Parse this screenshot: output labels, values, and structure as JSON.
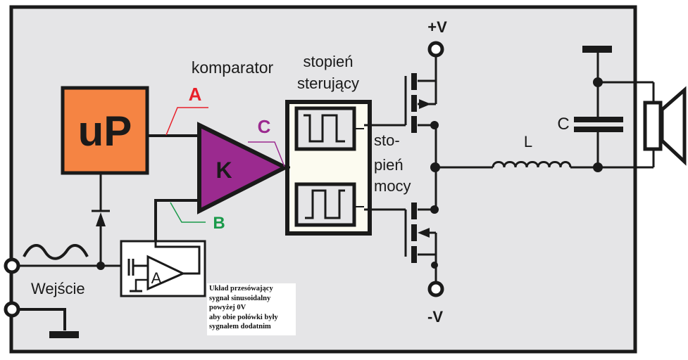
{
  "diagram": {
    "title": "Class-D amplifier block diagram",
    "colors": {
      "background": "#e5e5e7",
      "frame": "#1a1a1a",
      "up_block": "#f58443",
      "comparator": "#9b2a8f",
      "label_a": "#e8202a",
      "label_b": "#1a9a4a",
      "label_c": "#9b2a8f"
    },
    "labels": {
      "microprocessor": "uP",
      "comparator_title": "komparator",
      "comparator_symbol": "K",
      "point_a": "A",
      "point_b": "B",
      "point_c": "C",
      "driver_stage_line1": "stopień",
      "driver_stage_line2": "sterujący",
      "power_stage_line1": "sto-",
      "power_stage_line2": "pień",
      "power_stage_line3": "mocy",
      "plus_v": "+V",
      "minus_v": "-V",
      "inductor": "L",
      "capacitor": "C",
      "input": "Wejście",
      "amplifier": "A"
    },
    "note": {
      "lines": [
        "Układ przesówający",
        "sygnał sinusoidalny",
        "powyżej 0V",
        "aby obie połówki były",
        "sygnałem dodatnim"
      ]
    }
  }
}
